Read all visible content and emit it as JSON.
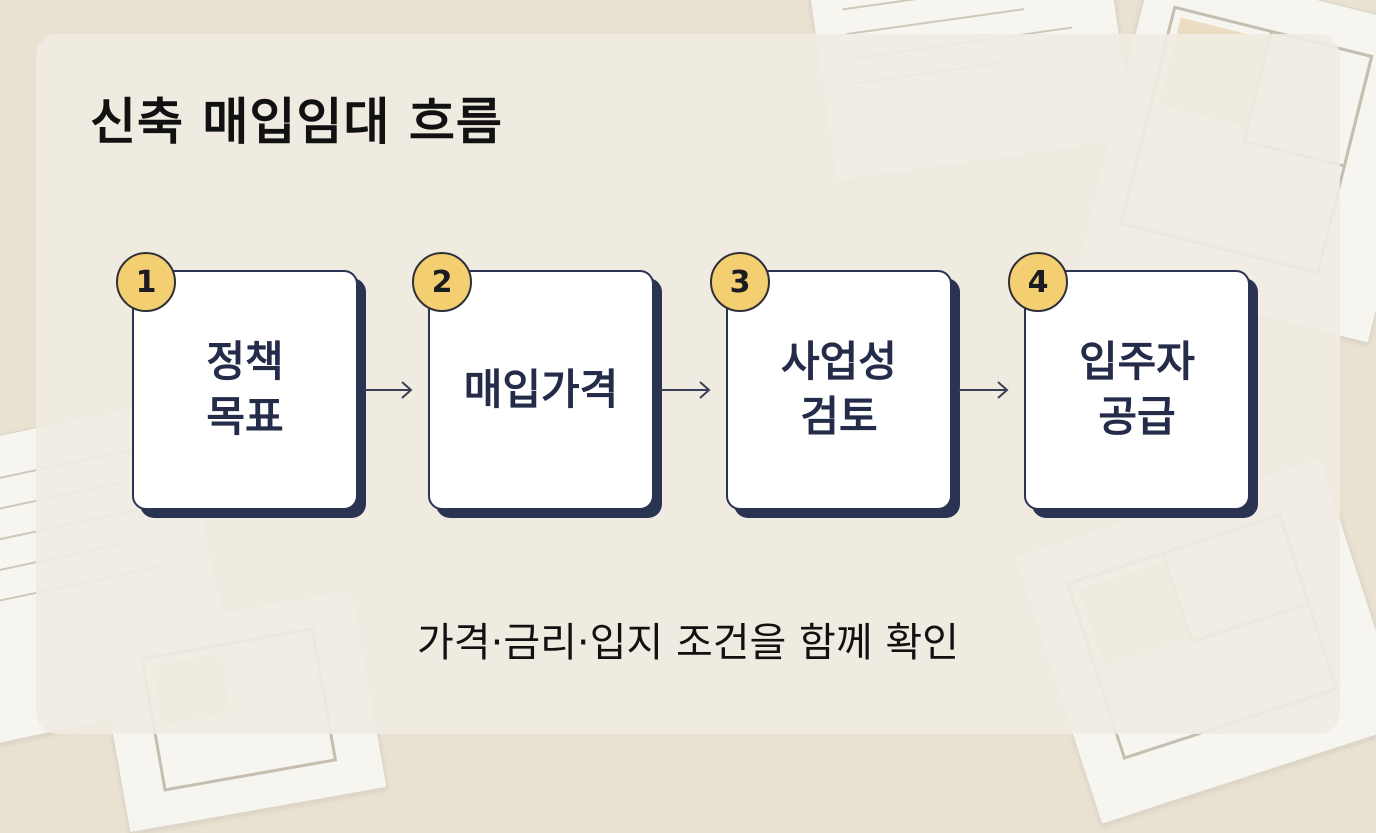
{
  "title": "신축 매입임대 흐름",
  "steps": [
    {
      "number": "1",
      "label": "정책\n목표"
    },
    {
      "number": "2",
      "label": "매입가격"
    },
    {
      "number": "3",
      "label": "사업성\n검토"
    },
    {
      "number": "4",
      "label": "입주자\n공급"
    }
  ],
  "footer": "가격·금리·입지 조건을 함께 확인",
  "colors": {
    "background": "#e9e1d1",
    "card_border": "#2b3352",
    "badge_fill": "#f3cf72",
    "text_dark": "#242c4a"
  }
}
